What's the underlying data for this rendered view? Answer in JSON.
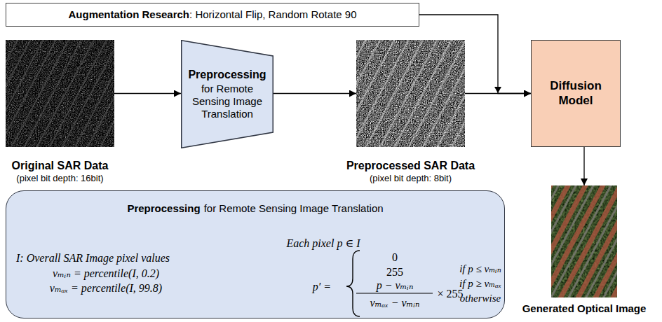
{
  "diagram": {
    "nodes": [
      {
        "text": [
          "Augmentation Research",
          ": Horizontal Flip, Random Rotate 90"
        ]
      },
      {
        "text": [
          "Original SAR Data",
          "(pixel bit depth: 16bit)"
        ]
      },
      {
        "text": [
          "Preprocessing",
          "for Remote Sensing Image Translation"
        ]
      },
      {
        "text": [
          "Preprocessed SAR Data",
          "(pixel bit depth: 8bit)"
        ]
      },
      {
        "text": [
          "Diffusion Model"
        ]
      },
      {
        "text": [
          "Generated Optical Image"
        ]
      },
      {
        "text": [
          "Preprocessing",
          "for Remote Sensing Image Translation",
          "I: Overall SAR Image pixel values",
          "vₘᵢₙ = percentile(I, 0.2)",
          "vₘₐₓ = percentile(I, 99.8)",
          "Each pixel p ∈ I",
          "p′ =",
          "0",
          "255",
          "p − vₘᵢₙ",
          "vₘₐₓ − vₘᵢₙ",
          "× 255",
          "if p ≤ vₘᵢₙ",
          "if p ≥ vₘₐₓ",
          "otherwise"
        ]
      }
    ],
    "edges": [
      {
        "from": 0,
        "to": 4,
        "arrow": "to"
      },
      {
        "from": 1,
        "to": 2,
        "arrow": "to"
      },
      {
        "from": 2,
        "to": 3,
        "arrow": "to"
      },
      {
        "from": 3,
        "to": 4,
        "arrow": "to"
      },
      {
        "from": 4,
        "to": 5,
        "arrow": "to"
      }
    ]
  }
}
